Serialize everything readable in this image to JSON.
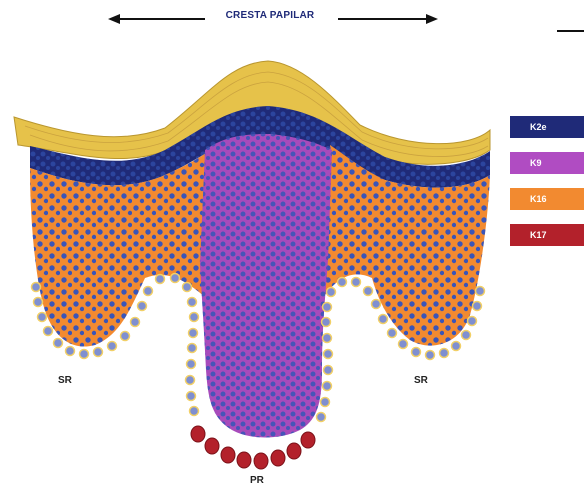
{
  "header": {
    "title": "CRESTA PAPILAR"
  },
  "labels": {
    "left_sr": "SR",
    "right_sr": "SR",
    "bottom_pr": "PR"
  },
  "legend": [
    {
      "label": "K2e",
      "color": "#1f2a78"
    },
    {
      "label": "K9",
      "color": "#b04cc2"
    },
    {
      "label": "K16",
      "color": "#f28a30"
    },
    {
      "label": "K17",
      "color": "#b3212b"
    }
  ],
  "colors": {
    "cornified": "#e6c24a",
    "granular": "#1f2a78",
    "spinous": "#f28a30",
    "papillary": "#a74bbb",
    "nucleus": "#3a55b8",
    "basal_yellow": "#f2e27a",
    "k17_red": "#b3212b"
  }
}
